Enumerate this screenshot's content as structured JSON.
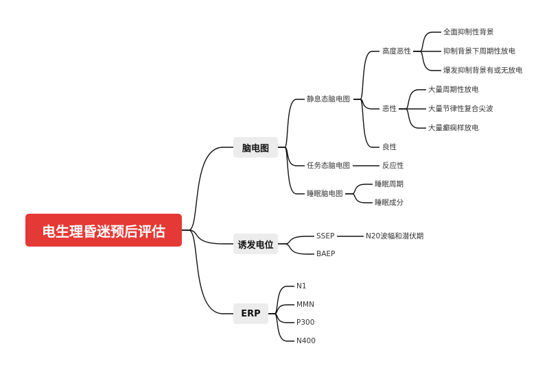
{
  "root": "电生理昏迷预后评估",
  "branches": {
    "eeg": {
      "label": "脑电图",
      "resting": {
        "label": "静息态脑电图",
        "highly_malignant": {
          "label": "高度恶性",
          "items": [
            "全面抑制性背景",
            "抑制背景下周期性放电",
            "爆发抑制背景有或无放电"
          ]
        },
        "malignant": {
          "label": "恶性",
          "items": [
            "大量周期性放电",
            "大量节律性复合尖波",
            "大量癫痫样放电"
          ]
        },
        "benign": "良性"
      },
      "task": {
        "label": "任务态脑电图",
        "items": [
          "反应性"
        ]
      },
      "sleep": {
        "label": "睡眠脑电图",
        "items": [
          "睡眠周期",
          "睡眠成分"
        ]
      }
    },
    "ep": {
      "label": "诱发电位",
      "ssep": {
        "label": "SSEP",
        "items": [
          "N20波幅和潜伏期"
        ]
      },
      "baep": "BAEP"
    },
    "erp": {
      "label": "ERP",
      "items": [
        "N1",
        "MMN",
        "P300",
        "N400"
      ]
    }
  },
  "colors": {
    "root": "#e53935",
    "branch_bg": "#ececec",
    "line": "#111111"
  }
}
